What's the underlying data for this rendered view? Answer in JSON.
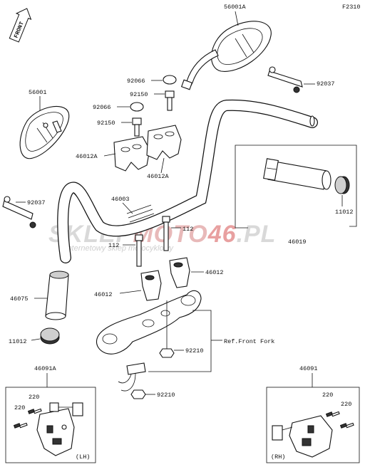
{
  "diagram_code": "F2310",
  "front_arrow": "FRONT",
  "watermark": {
    "main_a": "SKLEP",
    "main_b": "MOTO",
    "main_c": "46",
    "main_d": ".PL",
    "sub": "internetowy sklep motocyklowy"
  },
  "ref_front_fork": "Ref.Front Fork",
  "parts": {
    "mirror_right": "56001A",
    "mirror_left": "56001",
    "cap_upper": "92066",
    "bolt_upper": "92150",
    "cap_lower": "92066",
    "bolt_lower": "92150",
    "clamp_left": "46012A",
    "clamp_right": "46012A",
    "plate_right": "92037",
    "plate_left": "92037",
    "handlebar": "46003",
    "throttle_grip": "46019",
    "grip_end_right": "11012",
    "grip_left": "46075",
    "grip_end_left": "11012",
    "bolt_112_a": "112",
    "bolt_112_b": "112",
    "holder_upper": "46012",
    "holder_lower": "46012",
    "nut_upper": "92210",
    "nut_lower": "92210",
    "switch_left": "46091A",
    "switch_right": "46091",
    "screw_lh_a": "220",
    "screw_lh_b": "220",
    "screw_rh_a": "220",
    "screw_rh_b": "220",
    "lh_tag": "(LH)",
    "rh_tag": "(RH)"
  }
}
